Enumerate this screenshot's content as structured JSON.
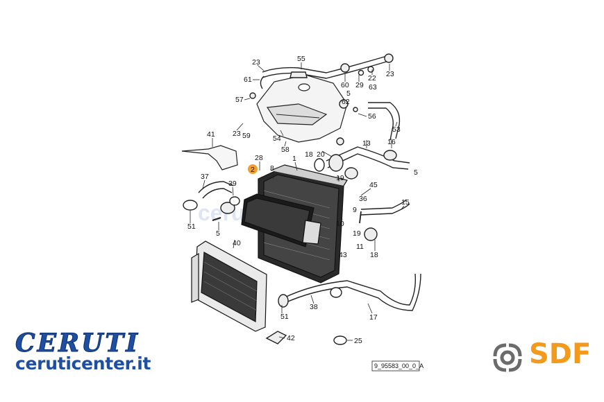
{
  "diagram": {
    "reference_code": "9_95583_00_0_A",
    "callouts": [
      "23",
      "55",
      "61",
      "60",
      "29",
      "22",
      "23",
      "63",
      "5",
      "62",
      "57",
      "56",
      "23",
      "59",
      "54",
      "53",
      "41",
      "58",
      "20",
      "18",
      "13",
      "16",
      "28",
      "2",
      "8",
      "1",
      "5",
      "37",
      "39",
      "19",
      "45",
      "36",
      "15",
      "9",
      "51",
      "10",
      "19",
      "5",
      "40",
      "11",
      "18",
      "43",
      "38",
      "51",
      "17",
      "42",
      "25"
    ],
    "watermark_text": "ceruticenter.it"
  },
  "brand": {
    "name": "CERUTI",
    "url": "ceruticenter.it",
    "name_color": "#1f4fa0"
  },
  "partner_logo": {
    "text": "SDF",
    "color": "#f39a1d",
    "icon": "sdf-swirl-icon"
  }
}
